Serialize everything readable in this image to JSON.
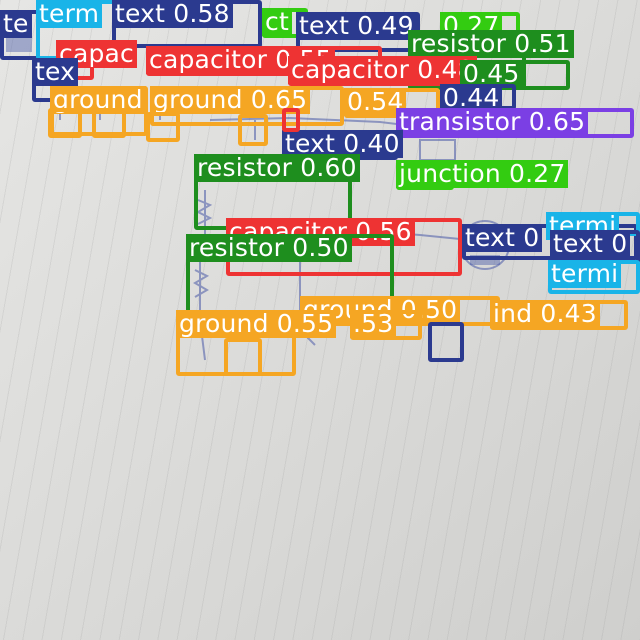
{
  "image": {
    "description_free": true
  },
  "colors": {
    "text": "#2b3a8f",
    "terminal": "#19b4e8",
    "capacitor": "#ee3333",
    "ground": "#f5a623",
    "resistor": "#1e8e1e",
    "junction": "#33cc11",
    "transistor": "#7b3fe4",
    "other": "#ffb0b0"
  },
  "detections": [
    {
      "cls": "text",
      "label": "te",
      "color": "#2b3a8f"
    },
    {
      "cls": "terminal",
      "label": "term",
      "color": "#19b4e8"
    },
    {
      "cls": "text",
      "label": "text 0.58",
      "color": "#2b3a8f"
    },
    {
      "cls": "junction",
      "label": "ct",
      "color": "#33cc11"
    },
    {
      "cls": "text",
      "label": "text 0.49",
      "color": "#2b3a8f"
    },
    {
      "cls": "junction",
      "label": "0.27",
      "color": "#33cc11"
    },
    {
      "cls": "resistor",
      "label": "resistor 0.51",
      "color": "#1e8e1e"
    },
    {
      "cls": "capacitor",
      "label": "capac",
      "color": "#ee3333"
    },
    {
      "cls": "capacitor",
      "label": "capacitor 0.55",
      "color": "#ee3333"
    },
    {
      "cls": "text",
      "label": "tex",
      "color": "#2b3a8f"
    },
    {
      "cls": "capacitor",
      "label": "capacitor 0.48",
      "color": "#ee3333"
    },
    {
      "cls": "text",
      "label": "0.45",
      "color": "#1e8e1e"
    },
    {
      "cls": "ground",
      "label": "ground",
      "color": "#f5a623"
    },
    {
      "cls": "ground",
      "label": "ground 0.65",
      "color": "#f5a623"
    },
    {
      "cls": "text",
      "label": "0.54",
      "color": "#f5a623"
    },
    {
      "cls": "text",
      "label": "0.44",
      "color": "#2b3a8f"
    },
    {
      "cls": "transistor",
      "label": "transistor 0.65",
      "color": "#7b3fe4"
    },
    {
      "cls": "text",
      "label": "text 0.40",
      "color": "#2b3a8f"
    },
    {
      "cls": "resistor",
      "label": "resistor 0.60",
      "color": "#1e8e1e"
    },
    {
      "cls": "junction",
      "label": "junction 0.27",
      "color": "#33cc11"
    },
    {
      "cls": "capacitor",
      "label": "capacitor 0.56",
      "color": "#ee3333"
    },
    {
      "cls": "resistor",
      "label": "resistor 0.50",
      "color": "#1e8e1e"
    },
    {
      "cls": "text",
      "label": "text 0",
      "color": "#2b3a8f"
    },
    {
      "cls": "terminal",
      "label": "termi",
      "color": "#19b4e8"
    },
    {
      "cls": "text",
      "label": "text 0",
      "color": "#2b3a8f"
    },
    {
      "cls": "terminal",
      "label": "termi",
      "color": "#19b4e8"
    },
    {
      "cls": "ground",
      "label": "ground 0.50",
      "color": "#f5a623"
    },
    {
      "cls": "ground",
      "label": "ind 0.43",
      "color": "#f5a623"
    },
    {
      "cls": "ground",
      "label": "ground 0.55",
      "color": "#f5a623"
    },
    {
      "cls": "ground",
      "label": ".53",
      "color": "#f5a623"
    },
    {
      "cls": "ground",
      "label": "",
      "color": "#f5a623"
    },
    {
      "cls": "ground",
      "label": "",
      "color": "#f5a623"
    },
    {
      "cls": "ground",
      "label": "",
      "color": "#f5a623"
    },
    {
      "cls": "ground",
      "label": "",
      "color": "#f5a623"
    },
    {
      "cls": "ground",
      "label": "",
      "color": "#f5a623"
    },
    {
      "cls": "capacitor",
      "label": "",
      "color": "#ee3333"
    },
    {
      "cls": "text",
      "label": "",
      "color": "#2b3a8f"
    }
  ]
}
